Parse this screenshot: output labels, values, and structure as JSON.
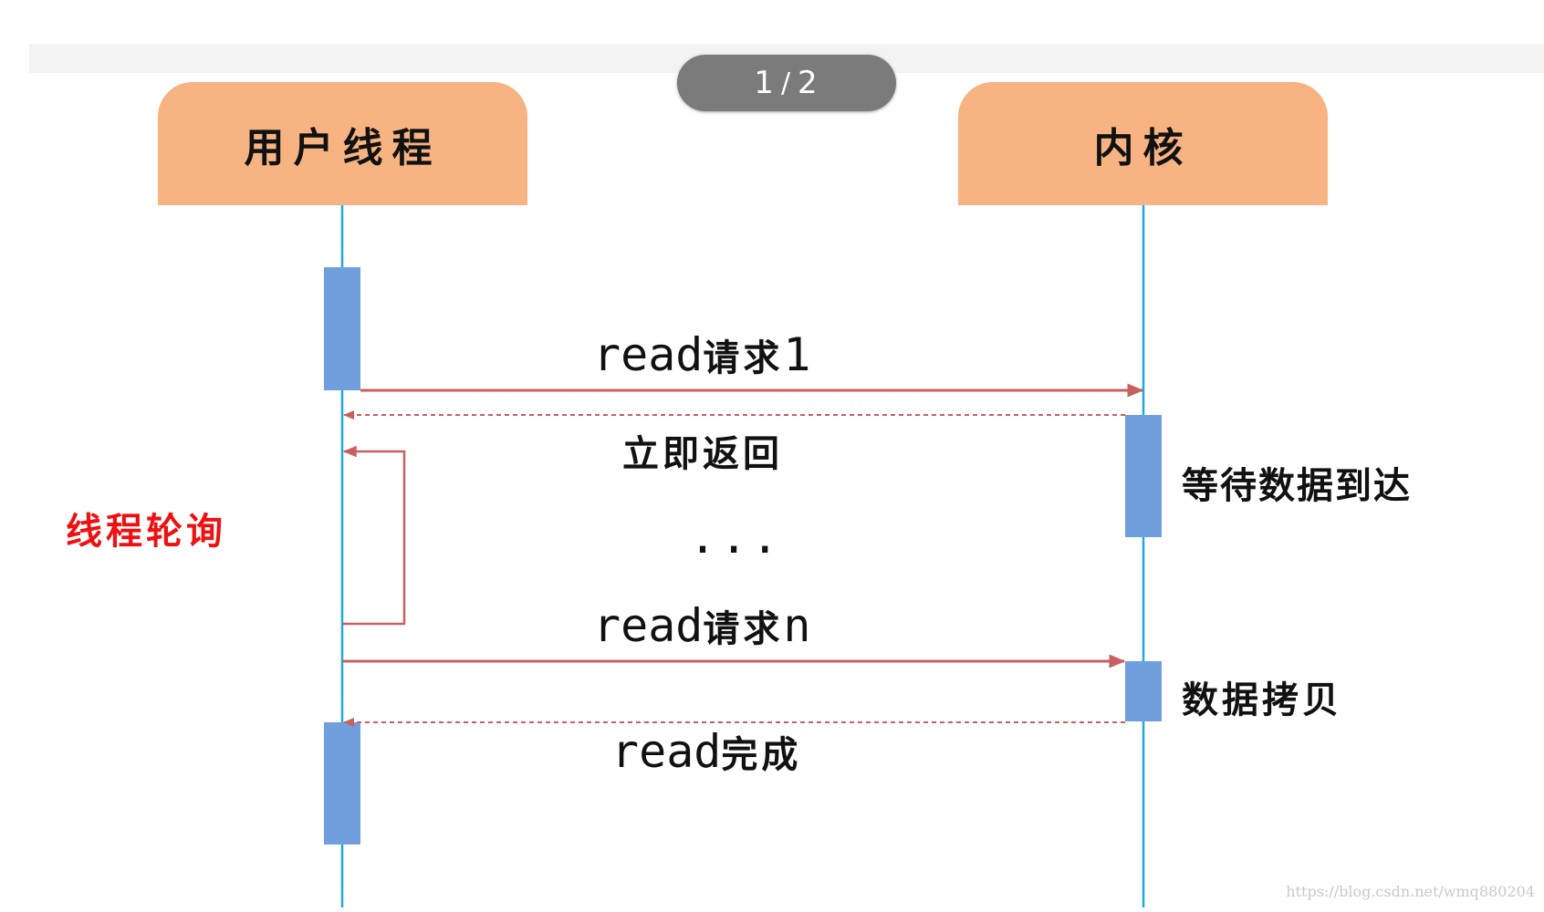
{
  "pager": {
    "current": "1",
    "total": "2"
  },
  "participants": {
    "user_thread": "用户线程",
    "kernel": "内核"
  },
  "messages": {
    "read_request_1": {
      "prefix": "read",
      "middle": "请求",
      "suffix": "1"
    },
    "immediate_return": "立即返回",
    "ellipsis": "...",
    "read_request_n": {
      "prefix": "read",
      "middle": "请求",
      "suffix": "n"
    },
    "read_complete": {
      "prefix": "read",
      "middle": "完成"
    }
  },
  "notes": {
    "polling": "线程轮询",
    "wait_data": "等待数据到达",
    "data_copy": "数据拷贝"
  },
  "watermark": "https://blog.csdn.net/wmq880204",
  "colors": {
    "header": "#f7b382",
    "lifeline": "#1fa9e1",
    "activation": "#6f9fdc",
    "arrow": "#c9605f",
    "polling_text": "#ee1111"
  }
}
